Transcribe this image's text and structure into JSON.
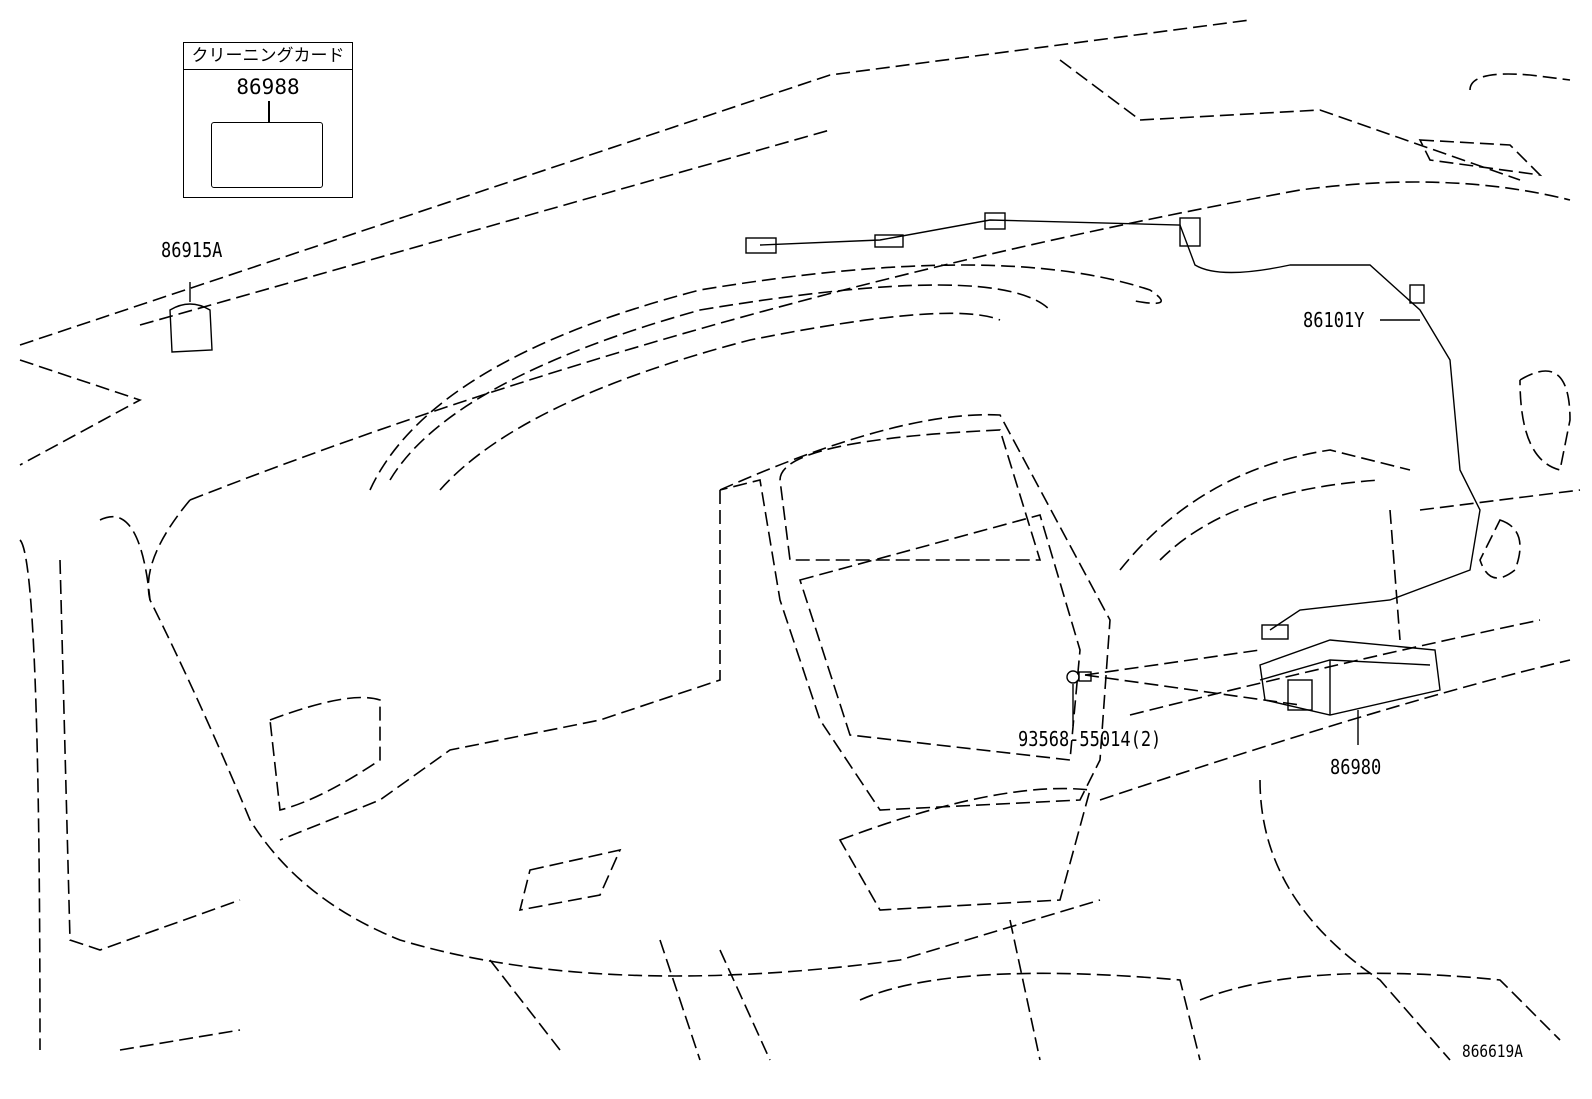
{
  "inset": {
    "title": "クリーニングカード",
    "part": "86988"
  },
  "parts": {
    "clip": "86915A",
    "harness": "86101Y",
    "bolt": "93568-55014(2)",
    "module": "86980"
  },
  "diagram_id": "866619A"
}
